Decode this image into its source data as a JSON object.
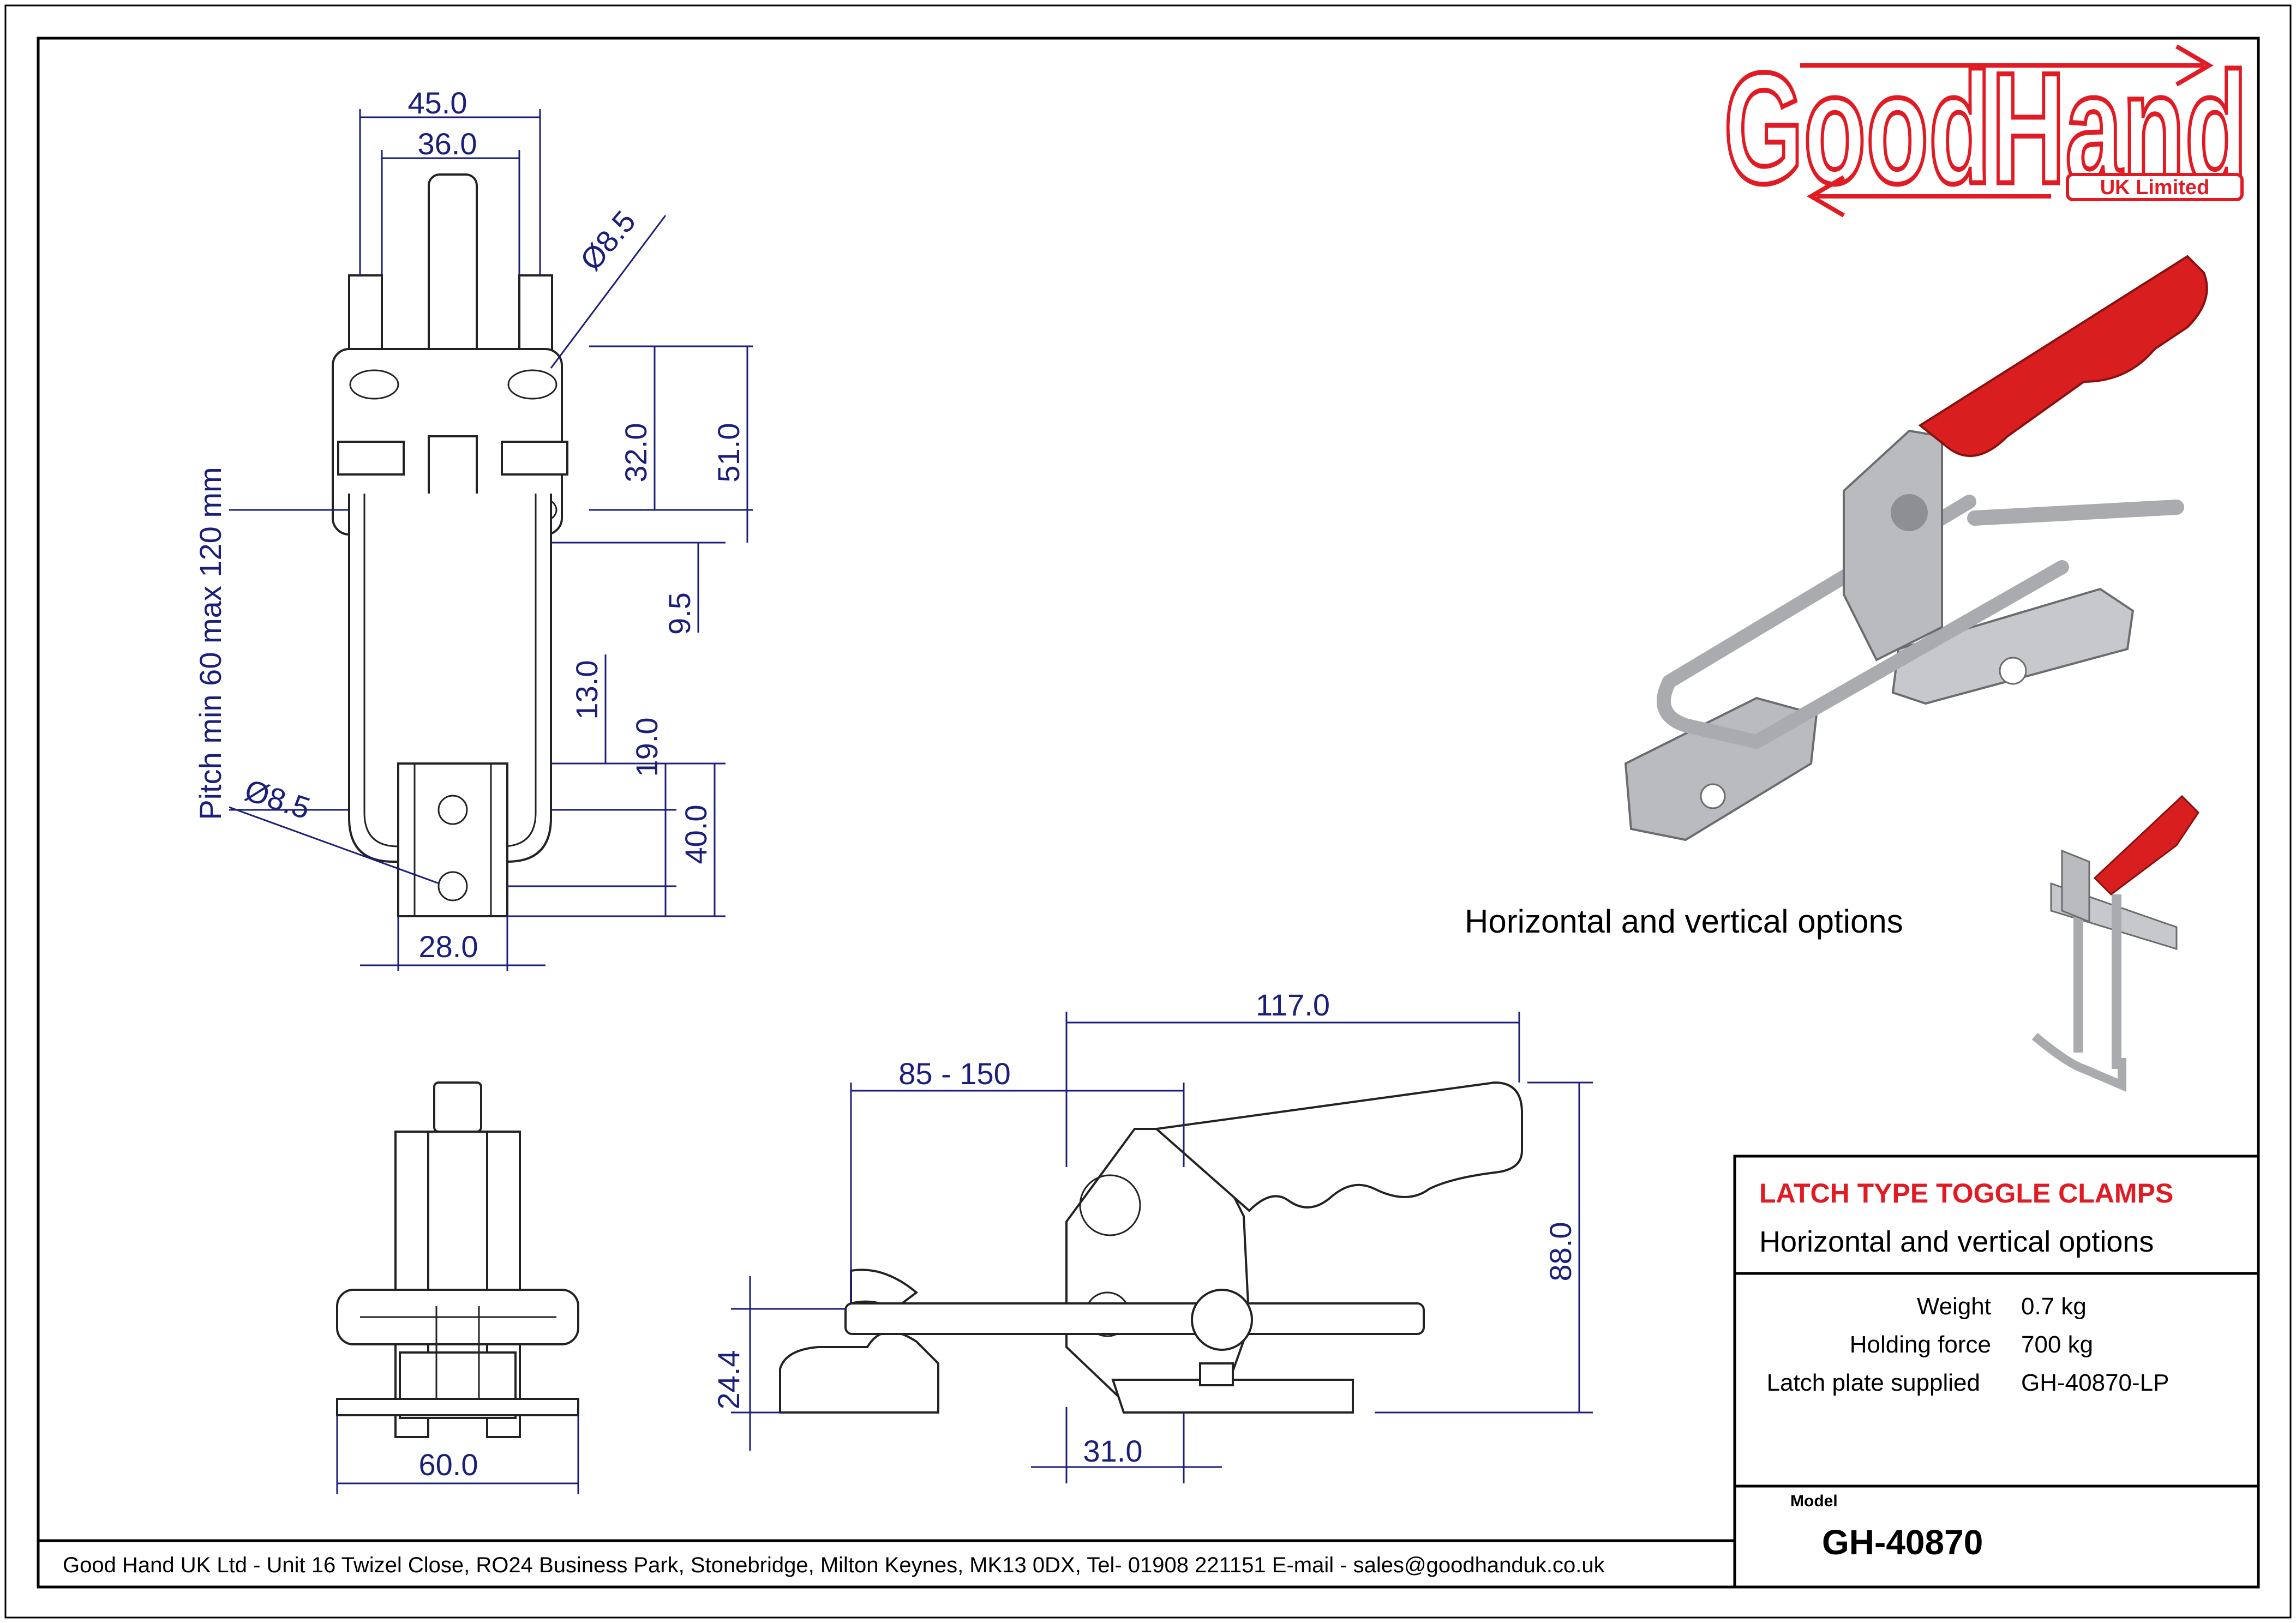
{
  "logo": {
    "main": "GoodHand",
    "sub": "UK Limited",
    "color": "#e01b24"
  },
  "caption": "Horizontal and vertical options",
  "title_block": {
    "title": "LATCH TYPE TOGGLE CLAMPS",
    "subtitle": "Horizontal and vertical options",
    "specs": [
      {
        "label": "Weight",
        "value": "0.7 kg"
      },
      {
        "label": "Holding force",
        "value": "700 kg"
      },
      {
        "label": "Latch plate supplied",
        "value": "GH-40870-LP"
      }
    ],
    "model_label": "Model",
    "model": "GH-40870"
  },
  "footer": "Good Hand UK Ltd  - Unit 16 Twizel Close, RO24 Business Park, Stonebridge, Milton Keynes, MK13 0DX,  Tel- 01908 221151  E-mail - sales@goodhanduk.co.uk",
  "dimensions": {
    "top_view": {
      "width_outer": "45.0",
      "width_inner": "36.0",
      "hole_top": "Ø8.5",
      "slot_pitch": "32.0",
      "slot_overall": "51.0",
      "offset_small": "9.5",
      "pitch": "Pitch min 60 max 120 mm",
      "latch_a": "13.0",
      "latch_b": "19.0",
      "latch_c": "40.0",
      "hole_latch": "Ø8.5",
      "latch_width": "28.0"
    },
    "end_view": {
      "base_width": "60.0"
    },
    "side_view": {
      "length": "117.0",
      "reach": "85 - 150",
      "height": "88.0",
      "latch_height": "24.4",
      "offset": "31.0"
    }
  },
  "colors": {
    "dimension": "#1b1f7a",
    "handle": "#d81e1e",
    "metal": "#b9bbbe"
  }
}
